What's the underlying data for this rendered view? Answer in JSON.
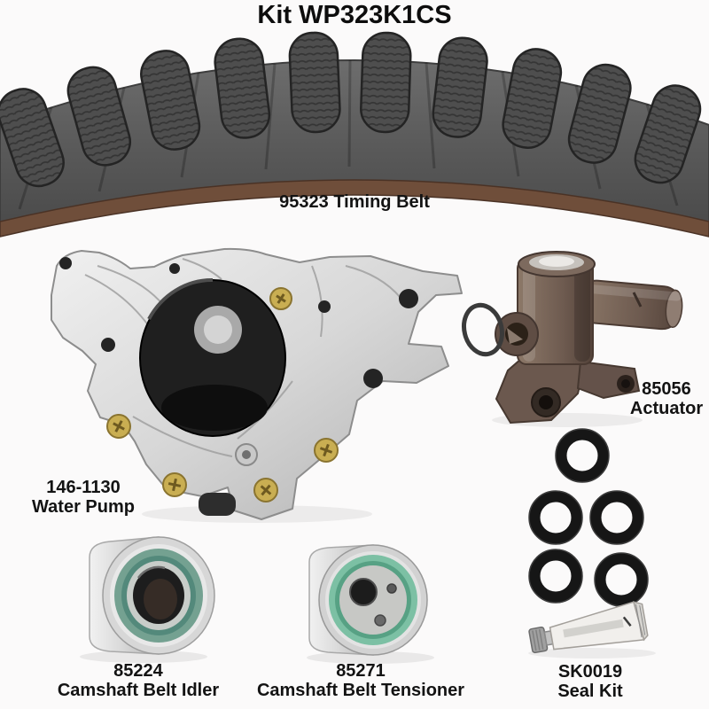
{
  "title": "Kit WP323K1CS",
  "parts": [
    {
      "part_number": "95323",
      "name": "Timing Belt"
    },
    {
      "part_number": "146-1130",
      "name": "Water Pump"
    },
    {
      "part_number": "85056",
      "name": "Actuator"
    },
    {
      "part_number": "85224",
      "name": "Camshaft Belt Idler"
    },
    {
      "part_number": "85271",
      "name": "Camshaft Belt Tensioner"
    },
    {
      "part_number": "SK0019",
      "name": "Seal Kit",
      "oring_count": 5,
      "includes_sealant_tube": true
    }
  ],
  "colors": {
    "background": "#fbfafa",
    "text": "#131313",
    "belt_rubber": "#585858",
    "belt_tooth": "#4e4e4e",
    "belt_backing_brown": "#6f4e3a",
    "metal_silver": "#d7d7d7",
    "pulley_black": "#1f1f1f",
    "seal_ring_green": "#7cc0a4",
    "idler_seal_teal": "#74a191",
    "actuator_bronze": "#6e5b50",
    "hardware_gold": "#c9ae52",
    "oring_black": "#161616"
  }
}
